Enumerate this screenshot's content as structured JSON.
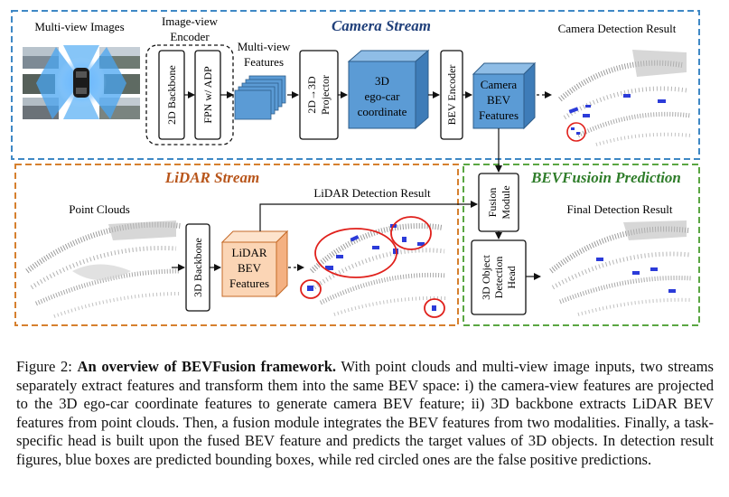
{
  "figure": {
    "camera_stream": {
      "title": "Camera Stream",
      "multi_view_images_label": "Multi-view Images",
      "encoder_label_1": "Image-view",
      "encoder_label_2": "Encoder",
      "backbone_2d": "2D Backbone",
      "fpn": "FPN w/ ADP",
      "features_label_1": "Multi-view",
      "features_label_2": "Features",
      "projector": [
        "2D→3D",
        "Projector"
      ],
      "ego_car": [
        "3D",
        "ego-car",
        "coordinate"
      ],
      "bev_encoder": "BEV Encoder",
      "camera_bev": [
        "Camera",
        "BEV",
        "Features"
      ],
      "result_label": "Camera Detection Result"
    },
    "lidar_stream": {
      "title": "LiDAR Stream",
      "point_clouds_label": "Point Clouds",
      "backbone_3d": "3D Backbone",
      "lidar_bev": [
        "LiDAR",
        "BEV",
        "Features"
      ],
      "result_label": "LiDAR Detection Result"
    },
    "prediction": {
      "title": "BEVFusioin Prediction",
      "fusion": [
        "Fusion",
        "Module"
      ],
      "head": [
        "3D Object",
        "Detection",
        "Head"
      ],
      "result_label": "Final Detection Result"
    },
    "colors": {
      "camera_border": "#3f88c5",
      "lidar_border": "#d6802e",
      "prediction_border": "#5aa642",
      "camera_title": "#1f3f7a",
      "lidar_title": "#b8551a",
      "prediction_title": "#2f7d2a",
      "feature_blue": "#5b9bd5",
      "lidar_box": "#fbd5b5",
      "false_positive": "#e0201b",
      "pred_box": "#2b3bd9"
    }
  },
  "caption": {
    "label": "Figure 2:",
    "bold": "An overview of BEVFusion framework.",
    "text": "With point clouds and multi-view image inputs, two streams separately extract features and transform them into the same BEV space: i) the camera-view features are projected to the 3D ego-car coordinate features to generate camera BEV feature; ii) 3D backbone extracts LiDAR BEV features from point clouds. Then, a fusion module integrates the BEV features from two modalities. Finally, a task-specific head is built upon the fused BEV feature and predicts the target values of 3D objects. In detection result figures, blue boxes are predicted bounding boxes, while red circled ones are the false positive predictions."
  }
}
